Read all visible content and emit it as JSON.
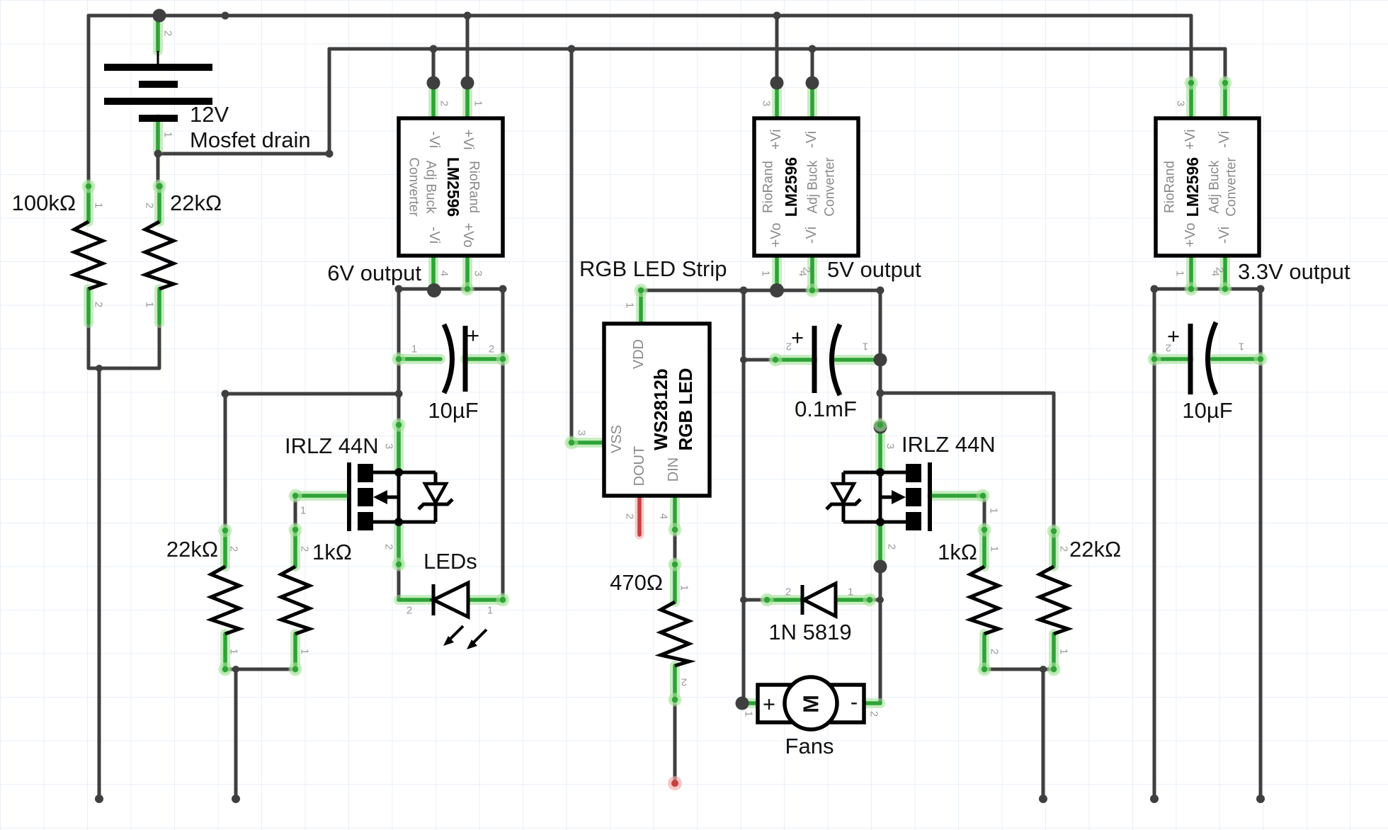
{
  "pins": {
    "p1": "1",
    "p2": "2",
    "p3": "3",
    "p4": "4"
  },
  "power": {
    "battery_label": "12V",
    "battery_note": "Mosfet drain"
  },
  "rails": {
    "v6": "6V output",
    "v5": "5V output",
    "v33": "3.3V output"
  },
  "converter": {
    "brand": "RioRand",
    "chip": "LM2596",
    "line1": "Adj Buck",
    "line2": "Converter",
    "pvi": "+Vi",
    "nvi": "-Vi",
    "pvo": "+Vo"
  },
  "resistors": {
    "r100k": "100kΩ",
    "r22k": "22kΩ",
    "r1k": "1kΩ",
    "r470": "470Ω"
  },
  "capacitors": {
    "c10uf": "10µF",
    "c01mf": "0.1mF",
    "plus": "+"
  },
  "mosfet": {
    "name": "IRLZ 44N"
  },
  "led": {
    "label": "LEDs"
  },
  "strip": {
    "title": "RGB LED Strip",
    "part": "WS2812b",
    "sub": "RGB LED",
    "vdd": "VDD",
    "vss": "VSS",
    "dout": "DOUT",
    "din": "DIN"
  },
  "diode": {
    "name": "1N 5819"
  },
  "fans": {
    "label": "Fans",
    "plus": "+",
    "minus": "-",
    "motor": "M"
  },
  "colors": {
    "wire": "#3f3f3f",
    "lead_green": "#2ea337",
    "lead_red": "#c74040",
    "label_gray": "#8a8a8a"
  }
}
